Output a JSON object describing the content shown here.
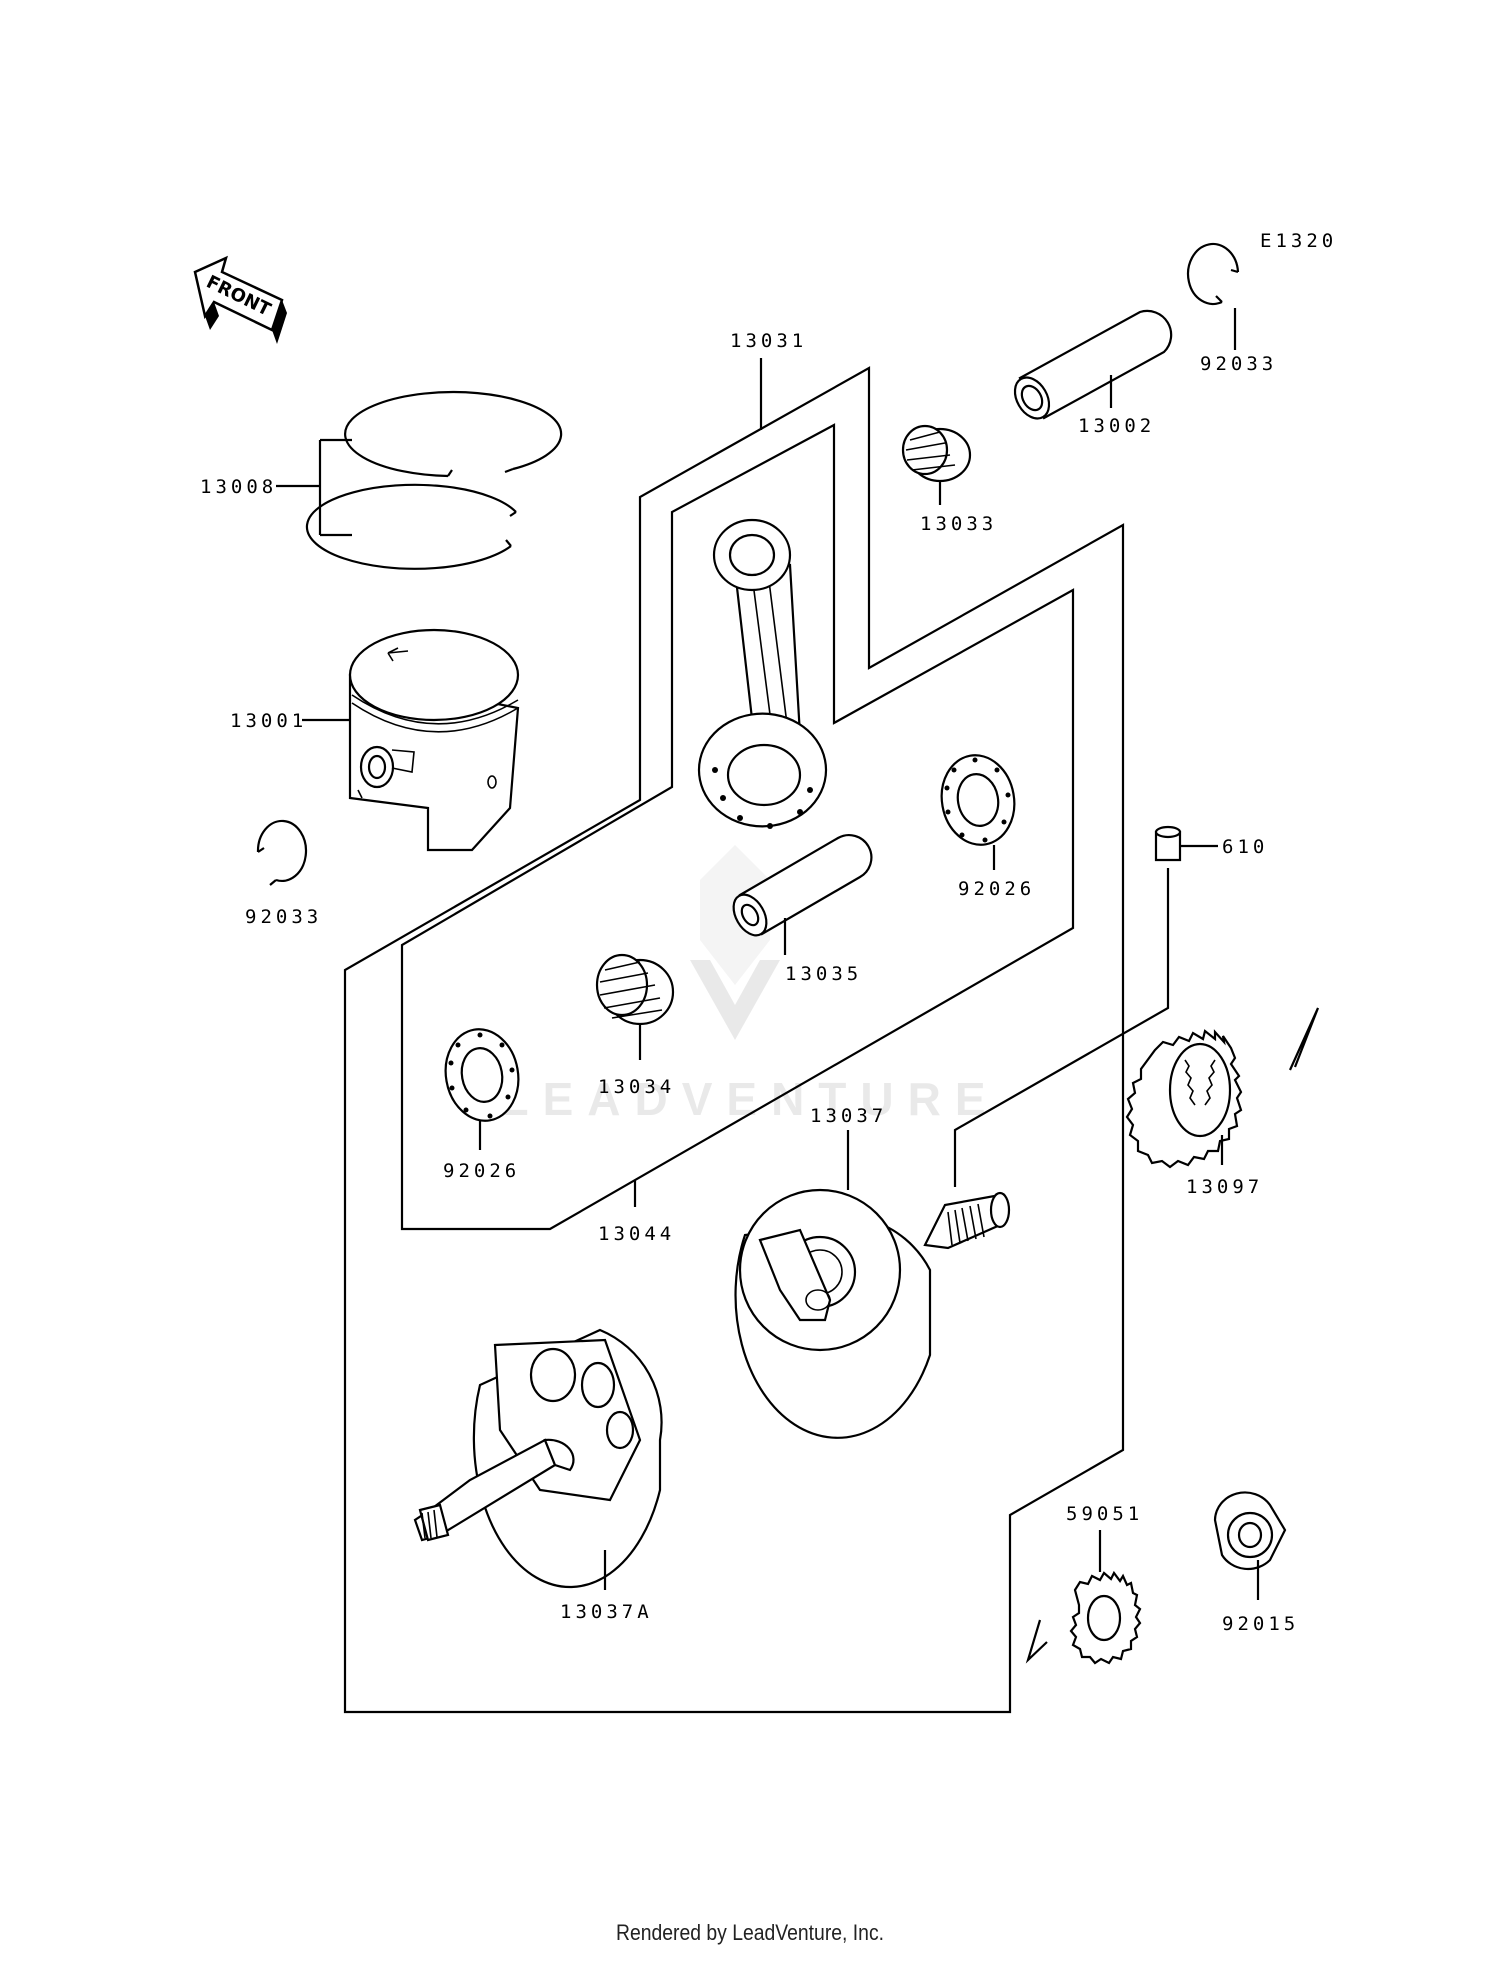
{
  "diagram_code": "E1320",
  "front_label": "FRONT",
  "watermark_text": "LEADVENTURE",
  "footer_text": "Rendered by LeadVenture, Inc.",
  "parts": {
    "p13008": "13008",
    "p13001": "13001",
    "p92033_left": "92033",
    "p92033_right": "92033",
    "p13031": "13031",
    "p13002": "13002",
    "p13033": "13033",
    "p92026_right": "92026",
    "p92026_left": "92026",
    "p13035": "13035",
    "p13034": "13034",
    "p610": "610",
    "p13044": "13044",
    "p13037": "13037",
    "p13097": "13097",
    "p13037A": "13037A",
    "p59051": "59051",
    "p92015": "92015"
  },
  "colors": {
    "line": "#000000",
    "background": "#ffffff",
    "watermark": "#d8d8d8"
  }
}
